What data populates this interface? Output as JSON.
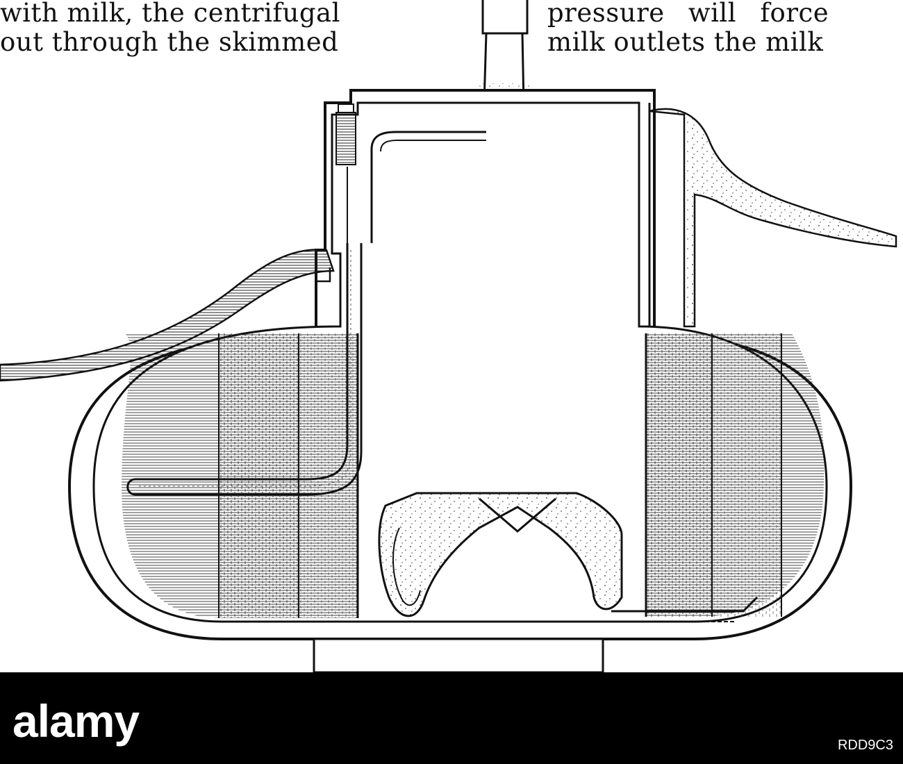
{
  "text": {
    "left_line1": "with milk, the centrifugal",
    "left_line2": "out through the skimmed",
    "right_line1": "pressure will force",
    "right_line2": "milk outlets the milk"
  },
  "watermark": {
    "logo": "alamy",
    "image_id": "RDD9C3"
  },
  "colors": {
    "ink": "#111111",
    "paper": "#ffffff",
    "banner": "#000000"
  }
}
